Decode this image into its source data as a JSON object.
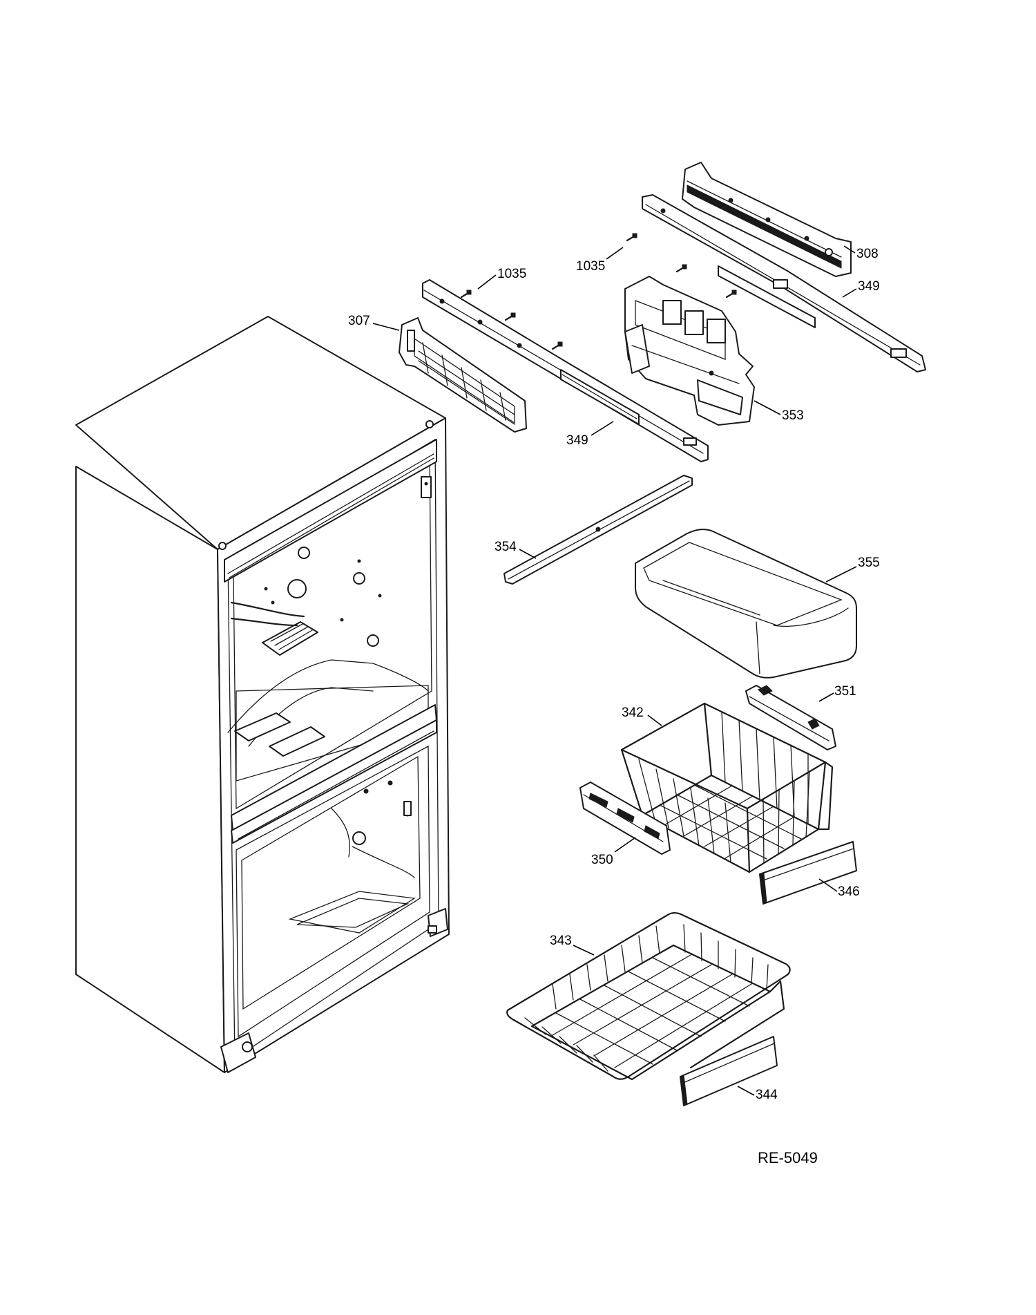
{
  "labels": {
    "screw_upper_right": "1035",
    "screw_upper_left": "1035",
    "bracket_left": "307",
    "bracket_right": "308",
    "rail_right": "349",
    "rail_left": "349",
    "drawer_bracket": "353",
    "cross_rail": "354",
    "pan": "355",
    "basket_upper": "342",
    "slide_right": "351",
    "slide_left": "350",
    "trim_upper": "346",
    "basket_lower": "343",
    "trim_lower": "344"
  },
  "diagram_code": "RE-5049"
}
